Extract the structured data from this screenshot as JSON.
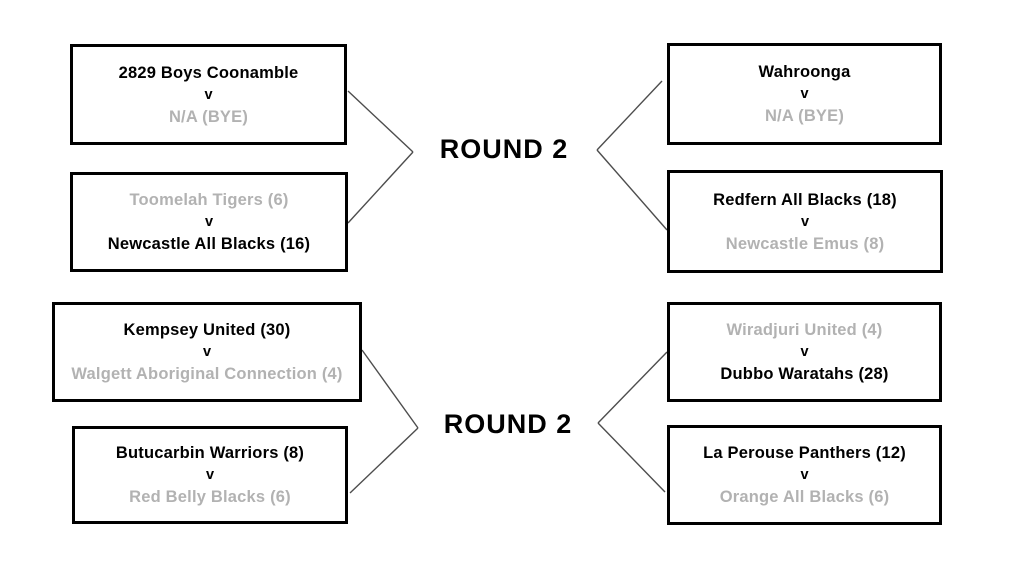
{
  "colors": {
    "background": "#ffffff",
    "winner": "#000000",
    "loser": "#b2b2b2",
    "box-border": "#000000",
    "connector": "#4d4d4d"
  },
  "sections": [
    {
      "round_label": "ROUND 2",
      "matches": [
        {
          "side": "left",
          "team1": "2829 Boys Coonamble",
          "team1_status": "winner",
          "vs": "v",
          "team2": "N/A (BYE)",
          "team2_status": "loser"
        },
        {
          "side": "left",
          "team1": "Toomelah Tigers (6)",
          "team1_status": "loser",
          "vs": "v",
          "team2": "Newcastle All Blacks (16)",
          "team2_status": "winner"
        },
        {
          "side": "right",
          "team1": "Wahroonga",
          "team1_status": "winner",
          "vs": "v",
          "team2": "N/A (BYE)",
          "team2_status": "loser"
        },
        {
          "side": "right",
          "team1": "Redfern All Blacks (18)",
          "team1_status": "winner",
          "vs": "v",
          "team2": "Newcastle Emus (8)",
          "team2_status": "loser"
        }
      ]
    },
    {
      "round_label": "ROUND 2",
      "matches": [
        {
          "side": "left",
          "team1": "Kempsey United (30)",
          "team1_status": "winner",
          "vs": "v",
          "team2": "Walgett Aboriginal Connection (4)",
          "team2_status": "loser"
        },
        {
          "side": "left",
          "team1": "Butucarbin Warriors (8)",
          "team1_status": "winner",
          "vs": "v",
          "team2": "Red Belly Blacks (6)",
          "team2_status": "loser"
        },
        {
          "side": "right",
          "team1": "Wiradjuri United (4)",
          "team1_status": "loser",
          "vs": "v",
          "team2": "Dubbo Waratahs (28)",
          "team2_status": "winner"
        },
        {
          "side": "right",
          "team1": "La Perouse Panthers (12)",
          "team1_status": "winner",
          "vs": "v",
          "team2": "Orange All Blacks (6)",
          "team2_status": "loser"
        }
      ]
    }
  ]
}
